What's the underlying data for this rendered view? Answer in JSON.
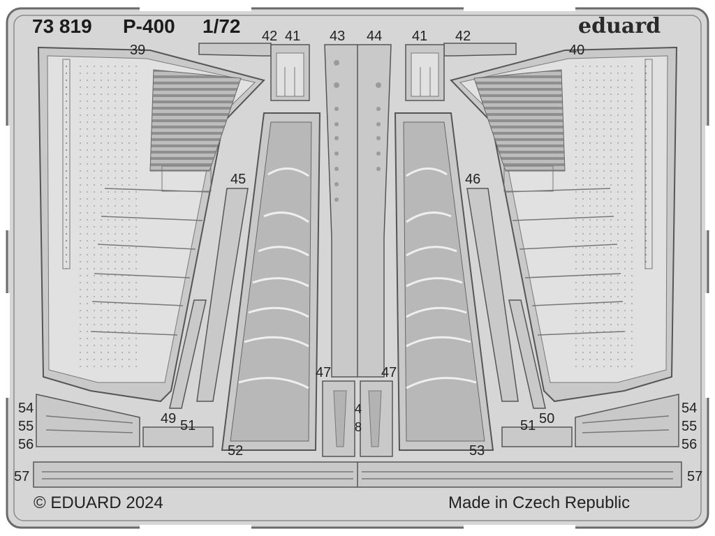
{
  "sheet": {
    "product_code": "73 819",
    "model": "P-400",
    "scale": "1/72",
    "brand": "eduard",
    "copyright": "© EDUARD 2024",
    "origin": "Made in Czech Republic"
  },
  "parts": {
    "p39": "39",
    "p40": "40",
    "p42a": "42",
    "p41a": "41",
    "p43": "43",
    "p44": "44",
    "p41b": "41",
    "p42b": "42",
    "p45": "45",
    "p46": "46",
    "p47a": "47",
    "p47b": "47",
    "p48a": "4",
    "p48b": "8",
    "p49": "49",
    "p50": "50",
    "p51a": "51",
    "p51b": "51",
    "p52": "52",
    "p53": "53",
    "p54a": "54",
    "p55a": "55",
    "p56a": "56",
    "p54b": "54",
    "p55b": "55",
    "p56b": "56",
    "p57a": "57",
    "p57b": "57"
  },
  "colors": {
    "metal": "#d6d6d6",
    "edge": "#555555",
    "etched": "#a9a9a9",
    "frame": "#6a6a6a"
  }
}
